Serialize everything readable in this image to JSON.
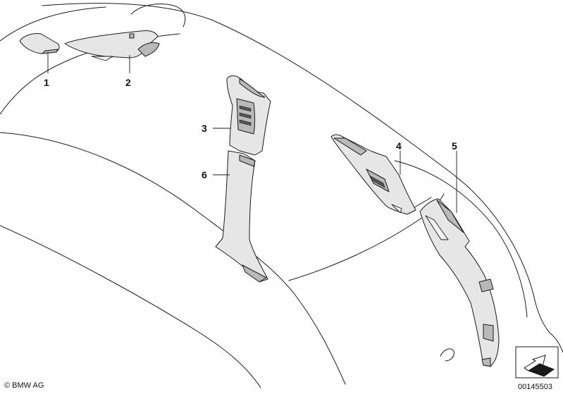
{
  "callouts": [
    {
      "id": "1",
      "label": "1"
    },
    {
      "id": "2",
      "label": "2"
    },
    {
      "id": "3",
      "label": "3"
    },
    {
      "id": "4",
      "label": "4"
    },
    {
      "id": "5",
      "label": "5"
    },
    {
      "id": "6",
      "label": "6"
    }
  ],
  "footer": {
    "copyright": "© BMW AG",
    "diagram_number": "00145503"
  },
  "icons": {
    "navigation": "arrow-icon"
  }
}
